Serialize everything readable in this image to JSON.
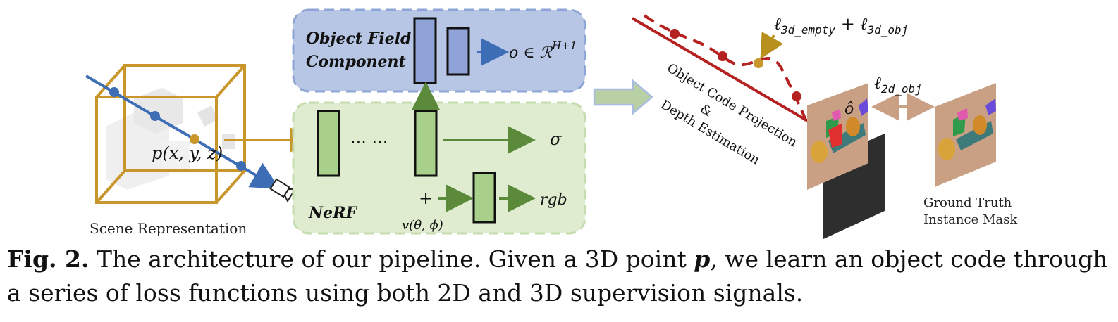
{
  "scene": {
    "label": "Scene Representation",
    "point_label": "p(x, y, z)"
  },
  "object_field": {
    "title_line1": "Object Field",
    "title_line2": "Component",
    "output": "o ∈ ℛ",
    "output_sup": "H+1"
  },
  "nerf": {
    "label": "NeRF",
    "ellipsis": "··· ···",
    "sigma": "σ",
    "plus": "+",
    "view_dir": "v(θ, ϕ)",
    "rgb": "rgb"
  },
  "projection": {
    "line1": "Object Code Projection",
    "line2": "&",
    "line3": "Depth Estimation"
  },
  "losses": {
    "loss_3d": "ℓ",
    "loss_3d_sub1": "3d_empty",
    "loss_3d_plus": " + ℓ",
    "loss_3d_sub2": "3d_obj",
    "loss_2d": "ℓ",
    "loss_2d_sub": "2d_obj",
    "o_hat": "ô"
  },
  "ground_truth": {
    "line1": "Ground Truth",
    "line2": "Instance Mask"
  },
  "caption": {
    "fig_label": "Fig. 2.",
    "text_part1": " The architecture of our pipeline. Given a 3D point ",
    "point_symbol": "p",
    "text_part2": ", we learn an object code through a series of loss functions using both 2D and 3D supervision signals."
  },
  "colors": {
    "gold": "#c8962a",
    "blue": "#3d6db5",
    "green": "#5b8a3a",
    "red": "#b52020",
    "object_box": "#b7c6e4",
    "nerf_box": "#dfeccf",
    "block_blue": "#8fa3d8",
    "block_green": "#a8d08a",
    "mask_bg": "#c9a084"
  }
}
